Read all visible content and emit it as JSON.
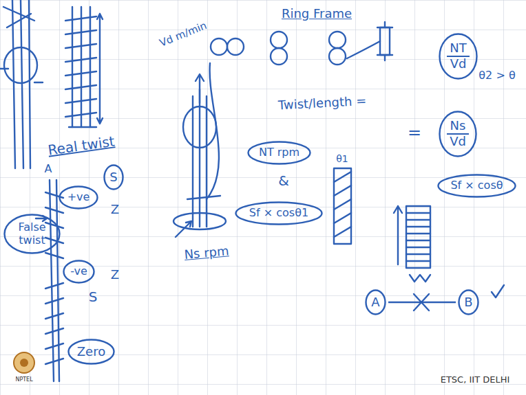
{
  "diagram": {
    "nodes": [
      {
        "text": [
          "False twist"
        ]
      },
      {
        "text": [
          "+ve"
        ]
      },
      {
        "text": [
          "S"
        ]
      },
      {
        "text": [
          "-ve"
        ]
      },
      {
        "text": [
          "Zero"
        ]
      },
      {
        "text": [
          "NT rpm"
        ]
      },
      {
        "text": [
          "Sf × cosθ1"
        ]
      },
      {
        "text": [
          "NT",
          "Vd"
        ]
      },
      {
        "text": [
          "Ns",
          "Vd"
        ]
      },
      {
        "text": [
          "Sf × cosθ"
        ]
      },
      {
        "text": [
          "A"
        ]
      },
      {
        "text": [
          "B"
        ]
      }
    ],
    "edges": [
      {
        "from": 10,
        "to": 11,
        "arrow": "none"
      }
    ],
    "labels": [
      "Real twist",
      "A",
      "Z",
      "Z",
      "S",
      "Ring Frame",
      "Vd m/min",
      "Ns rpm",
      "&",
      "Twist/length =",
      "=",
      "θ2 > θ",
      "θ1",
      "NPTEL",
      "ETSC, IIT DELHI"
    ]
  }
}
